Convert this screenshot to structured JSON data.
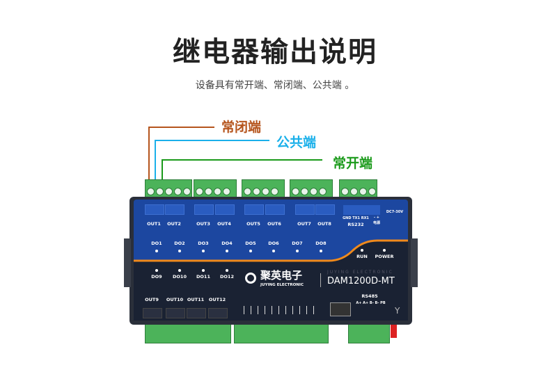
{
  "title": "继电器输出说明",
  "subtitle": "设备具有常开端、常闭端、公共端 。",
  "callouts": {
    "nc": {
      "label": "常闭端",
      "color": "#b5541c"
    },
    "com": {
      "label": "公共端",
      "color": "#1ab0ea"
    },
    "no": {
      "label": "常开端",
      "color": "#1a9a1a"
    }
  },
  "device": {
    "outputs_top": [
      "OUT1",
      "OUT2",
      "OUT3",
      "OUT4",
      "OUT5",
      "OUT6",
      "OUT7",
      "OUT8"
    ],
    "do_top": [
      "DO1",
      "DO2",
      "DO3",
      "DO4",
      "DO5",
      "DO6",
      "DO7",
      "DO8"
    ],
    "do_bottom": [
      "DO9",
      "DO10",
      "DO11",
      "DO12"
    ],
    "outputs_bottom": [
      "OUT9",
      "OUT10",
      "OUT11",
      "OUT12"
    ],
    "rs232_pins": "GND TX1 RX1",
    "rs232": "RS232",
    "power_pins": "- +",
    "power_cn": "电源",
    "dc": "DC7-30V",
    "run": "RUN",
    "power": "POWER",
    "brand_cn": "聚英电子",
    "brand_en": "JUYING ELECTRONIC",
    "model": "DAM1200D-MT",
    "rs485": "RS485",
    "rs485_pins": "A+ A+ B- B- PB"
  }
}
